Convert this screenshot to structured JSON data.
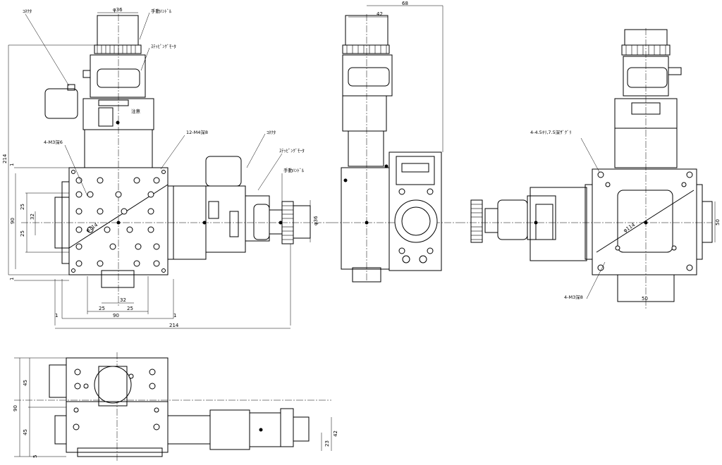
{
  "labels": {
    "connector_1": "ｺﾈｸﾀ",
    "manual_handle_1": "手動ﾊﾝﾄﾞﾙ",
    "stepping_motor_1": "ｽﾃｯﾋﾟﾝｸﾞﾓｰﾀ",
    "tap_holes_12": "12-M4深8",
    "tap_holes_4": "4-M3深6",
    "connector_2": "ｺﾈｸﾀ",
    "stepping_motor_2": "ｽﾃｯﾋﾟﾝｸﾞﾓｰﾀ",
    "manual_handle_2": "手動ﾊﾝﾄﾞﾙ",
    "counterbore": "4-4.5ｷﾘ,7.5深ｻﾞｸﾞﾘ",
    "tap_holes_4b": "4-M3深8",
    "warning_plate": "注意"
  },
  "dimensions": {
    "phi36_top": "φ36",
    "phi36_right": "φ36",
    "d214_v": "214",
    "d1_a": "1",
    "d1_b": "1",
    "d90_v": "90",
    "d25_a": "25",
    "d32_v": "32",
    "d25_b": "25",
    "phi114_a": "φ114",
    "d32_h": "32",
    "d25_h1": "25",
    "d25_h2": "25",
    "d1_c": "1",
    "d90_h": "90",
    "d1_d": "1",
    "d214_h": "214",
    "d68": "68",
    "d42_top": "42",
    "phi114_b": "φ114",
    "d50_v": "50",
    "d50_h": "50",
    "d45_a": "45",
    "d90_front": "90",
    "d45_b": "45",
    "d5": "5",
    "d42_front": "42",
    "d23": "23"
  }
}
